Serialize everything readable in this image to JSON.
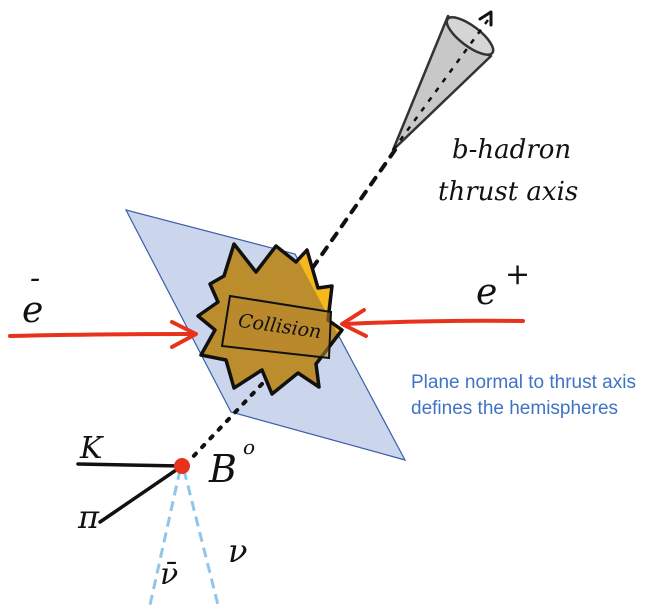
{
  "labels": {
    "b_hadron_line1": "b-hadron",
    "b_hadron_line2": "thrust axis",
    "electron": "e",
    "electron_mark": "-",
    "positron": "e",
    "positron_mark": "+",
    "collision": "Collision",
    "b_meson": "B",
    "b_meson_mark": "o",
    "kaon": "K",
    "pion": "π",
    "antineutrino": "ν̄",
    "neutrino": "ν"
  },
  "caption": {
    "line1": "Plane normal to thrust axis",
    "line2": "defines the hemispheres"
  },
  "colors": {
    "beam": "#e8331c",
    "plane_fill": "#c5d2ea",
    "plane_stroke": "#3b5ea8",
    "burst_fill": "#f7b81c",
    "burst_overlap": "#c9962a",
    "cone_fill": "#c8c8c8",
    "neutrino_line": "#8fc6ea",
    "vertex": "#e8331c",
    "caption": "#3f73c4"
  }
}
